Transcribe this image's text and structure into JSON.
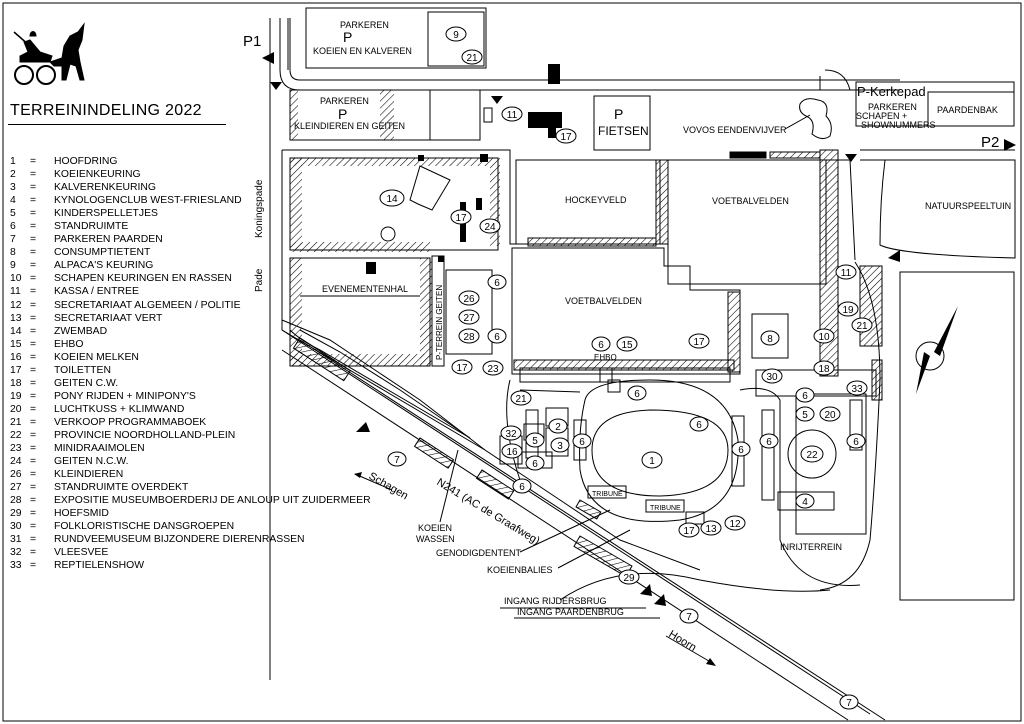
{
  "title": "TERREININDELING 2022",
  "legend": [
    {
      "num": "1",
      "eq": "=",
      "label": "HOOFDRING"
    },
    {
      "num": "2",
      "eq": "=",
      "label": "KOEIENKEURING"
    },
    {
      "num": "3",
      "eq": "=",
      "label": "KALVERENKEURING"
    },
    {
      "num": "4",
      "eq": "=",
      "label": "KYNOLOGENCLUB WEST-FRIESLAND"
    },
    {
      "num": "5",
      "eq": "=",
      "label": "KINDERSPELLETJES"
    },
    {
      "num": "6",
      "eq": "=",
      "label": "STANDRUIMTE"
    },
    {
      "num": "7",
      "eq": "=",
      "label": "PARKEREN PAARDEN"
    },
    {
      "num": "8",
      "eq": "=",
      "label": "CONSUMPTIETENT"
    },
    {
      "num": "9",
      "eq": "=",
      "label": "ALPACA'S KEURING"
    },
    {
      "num": "10",
      "eq": "=",
      "label": "SCHAPEN KEURINGEN EN RASSEN"
    },
    {
      "num": "11",
      "eq": "=",
      "label": "KASSA / ENTREE"
    },
    {
      "num": "12",
      "eq": "=",
      "label": "SECRETARIAAT ALGEMEEN / POLITIE"
    },
    {
      "num": "13",
      "eq": "=",
      "label": "SECRETARIAAT VERT"
    },
    {
      "num": "14",
      "eq": "=",
      "label": "ZWEMBAD"
    },
    {
      "num": "15",
      "eq": "=",
      "label": "EHBO"
    },
    {
      "num": "16",
      "eq": "=",
      "label": "KOEIEN MELKEN"
    },
    {
      "num": "17",
      "eq": "=",
      "label": "TOILETTEN"
    },
    {
      "num": "18",
      "eq": "=",
      "label": "GEITEN C.W."
    },
    {
      "num": "19",
      "eq": "=",
      "label": "PONY RIJDEN + MINIPONY'S"
    },
    {
      "num": "20",
      "eq": "=",
      "label": "LUCHTKUSS + KLIMWAND"
    },
    {
      "num": "21",
      "eq": "=",
      "label": "VERKOOP PROGRAMMABOEK"
    },
    {
      "num": "22",
      "eq": "=",
      "label": "PROVINCIE NOORDHOLLAND-PLEIN"
    },
    {
      "num": "23",
      "eq": "=",
      "label": "MINIDRAAIMOLEN"
    },
    {
      "num": "24",
      "eq": "=",
      "label": "GEITEN N.C.W."
    },
    {
      "num": "26",
      "eq": "=",
      "label": "KLEINDIEREN"
    },
    {
      "num": "27",
      "eq": "=",
      "label": "STANDRUIMTE OVERDEKT"
    },
    {
      "num": "28",
      "eq": "=",
      "label": "EXPOSITIE MUSEUMBOERDERIJ DE ANLOUP UIT ZUIDERMEER"
    },
    {
      "num": "29",
      "eq": "=",
      "label": "HOEFSMID"
    },
    {
      "num": "30",
      "eq": "=",
      "label": "FOLKLORISTISCHE DANSGROEPEN"
    },
    {
      "num": "31",
      "eq": "=",
      "label": "RUNDVEEMUSEUM BIJZONDERE DIERENRASSEN"
    },
    {
      "num": "32",
      "eq": "=",
      "label": "VLEESVEE"
    },
    {
      "num": "33",
      "eq": "=",
      "label": "REPTIELENSHOW"
    }
  ],
  "map_labels": {
    "p1": "P1",
    "p2": "P2",
    "p_letter": "P",
    "parkeren": "PARKEREN",
    "koeien_kalveren": "KOEIEN EN KALVEREN",
    "kleindieren_geiten": "KLEINDIEREN EN GEITEN",
    "fietsen": "FIETSEN",
    "vovos": "VOVOS EENDENVIJVER",
    "p_kerkepad": "P-Kerkepad",
    "schapen": "SCHAPEN +",
    "shownummers": "SHOWNUMMERS",
    "paardenbak": "PAARDENBAK",
    "natuurspeeltuin": "NATUURSPEELTUIN",
    "hockeyveld": "HOCKEYVELD",
    "voetbalvelden1": "VOETBALVELDEN",
    "voetbalvelden2": "VOETBALVELDEN",
    "evenementenhal": "EVENEMENTENHAL",
    "p_terrein_geiten": "P-TERREIN GEITEN",
    "koningspade": "Koningspade",
    "pade": "Pade",
    "ehbo": "EHBO",
    "tribune1": "TRIBUNE",
    "tribune2": "TRIBUNE",
    "inrijterrein": "INRIJTERREIN",
    "koeien_wassen_1": "KOEIEN",
    "koeien_wassen_2": "WASSEN",
    "genodigdentent": "GENODIGDENTENT",
    "koeienbalies": "KOEIENBALIES",
    "ingang_rijdersbrug": "INGANG RIJDERSBRUG",
    "ingang_paardenbrug": "INGANG PAARDENBRUG",
    "schagen": "Schagen",
    "hoorn": "Hoorn",
    "n241": "N241 (AC de Graafweg)"
  },
  "map_markers": [
    "1",
    "2",
    "3",
    "4",
    "5",
    "5",
    "6",
    "6",
    "6",
    "6",
    "6",
    "6",
    "6",
    "6",
    "6",
    "6",
    "6",
    "6",
    "6",
    "7",
    "7",
    "7",
    "8",
    "9",
    "10",
    "11",
    "11",
    "12",
    "13",
    "14",
    "15",
    "16",
    "17",
    "17",
    "17",
    "17",
    "17",
    "18",
    "19",
    "20",
    "21",
    "21",
    "21",
    "22",
    "23",
    "24",
    "26",
    "27",
    "28",
    "29",
    "30",
    "32",
    "33"
  ],
  "icons": [
    "horse-carriage-icon",
    "north-arrow-icon",
    "entrance-arrow-icon"
  ],
  "colors": {
    "ink": "#000000",
    "paper": "#ffffff"
  }
}
